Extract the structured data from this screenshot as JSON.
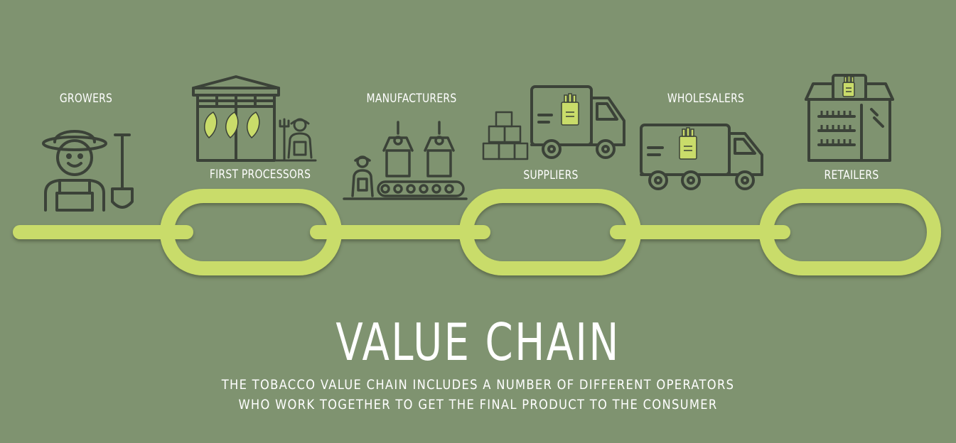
{
  "stages": {
    "growers": "GROWERS",
    "first_processors": "FIRST PROCESSORS",
    "manufacturers": "MANUFACTURERS",
    "suppliers": "SUPPLIERS",
    "wholesalers": "WHOLESALERS",
    "retailers": "RETAILERS"
  },
  "title": "VALUE CHAIN",
  "subtitle": {
    "line1": "THE TOBACCO VALUE CHAIN INCLUDES A NUMBER OF DIFFERENT OPERATORS",
    "line2": "WHO WORK TOGETHER TO GET THE FINAL PRODUCT TO THE CONSUMER"
  },
  "colors": {
    "background": "#7f9370",
    "chain": "#c9dc6a",
    "icon_stroke": "#3b4238",
    "leaf": "#c9dc6a"
  },
  "icons": [
    "farmer-icon",
    "warehouse-icon",
    "factory-icon",
    "truck-icon",
    "truck-icon",
    "shop-icon"
  ]
}
